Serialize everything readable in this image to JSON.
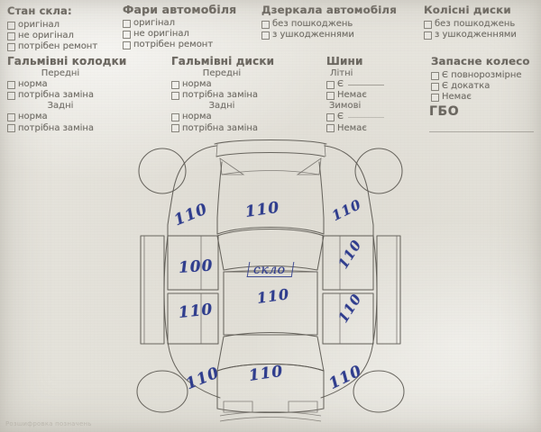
{
  "document": {
    "kind": "vehicle-inspection-form",
    "language": "uk",
    "bottom_note": "Розшифровка позначень"
  },
  "sections": {
    "glass": {
      "title": "Стан скла:",
      "options": [
        "оригінал",
        "не оригінал",
        "потрібен ремонт"
      ]
    },
    "headlights": {
      "title": "Фари автомобіля",
      "options": [
        "оригінал",
        "не оригінал",
        "потрібен ремонт"
      ]
    },
    "mirrors": {
      "title": "Дзеркала автомобіля",
      "options": [
        "без пошкоджень",
        "з ушкодженнями"
      ]
    },
    "wheels": {
      "title": "Колісні диски",
      "options": [
        "без пошкоджень",
        "з ушкодженнями"
      ]
    },
    "brake_pads": {
      "title": "Гальмівні колодки",
      "groups": [
        {
          "label": "Передні",
          "options": [
            "норма",
            "потрібна заміна"
          ]
        },
        {
          "label": "Задні",
          "options": [
            "норма",
            "потрібна заміна"
          ]
        }
      ]
    },
    "brake_discs": {
      "title": "Гальмівні диски",
      "groups": [
        {
          "label": "Передні",
          "options": [
            "норма",
            "потрібна заміна"
          ]
        },
        {
          "label": "Задні",
          "options": [
            "норма",
            "потрібна заміна"
          ]
        }
      ]
    },
    "tires": {
      "title": "Шини",
      "groups": [
        {
          "label": "Літні",
          "options": [
            "Є",
            "Немає"
          ]
        },
        {
          "label": "Зимові",
          "options": [
            "Є",
            "Немає"
          ]
        }
      ]
    },
    "spare_wheel": {
      "title": "Запасне колесо",
      "options": [
        "Є повнорозмірне",
        "Є докатка",
        "Немає"
      ]
    },
    "lpg": {
      "title": "ГБО"
    }
  },
  "diagram": {
    "name": "car-body-paint-thickness-diagram",
    "roof_label": "скло",
    "measurements": [
      {
        "part": "front-left-fender",
        "value": "110"
      },
      {
        "part": "hood",
        "value": "110"
      },
      {
        "part": "front-right-fender",
        "value": "110"
      },
      {
        "part": "front-left-door",
        "value": "100"
      },
      {
        "part": "roof",
        "value": "110"
      },
      {
        "part": "front-right-door",
        "value": "110"
      },
      {
        "part": "rear-left-door",
        "value": "110"
      },
      {
        "part": "rear-right-door",
        "value": "110"
      },
      {
        "part": "rear-left-quarter",
        "value": "110"
      },
      {
        "part": "trunk",
        "value": "110"
      },
      {
        "part": "rear-right-quarter",
        "value": "110"
      }
    ]
  }
}
